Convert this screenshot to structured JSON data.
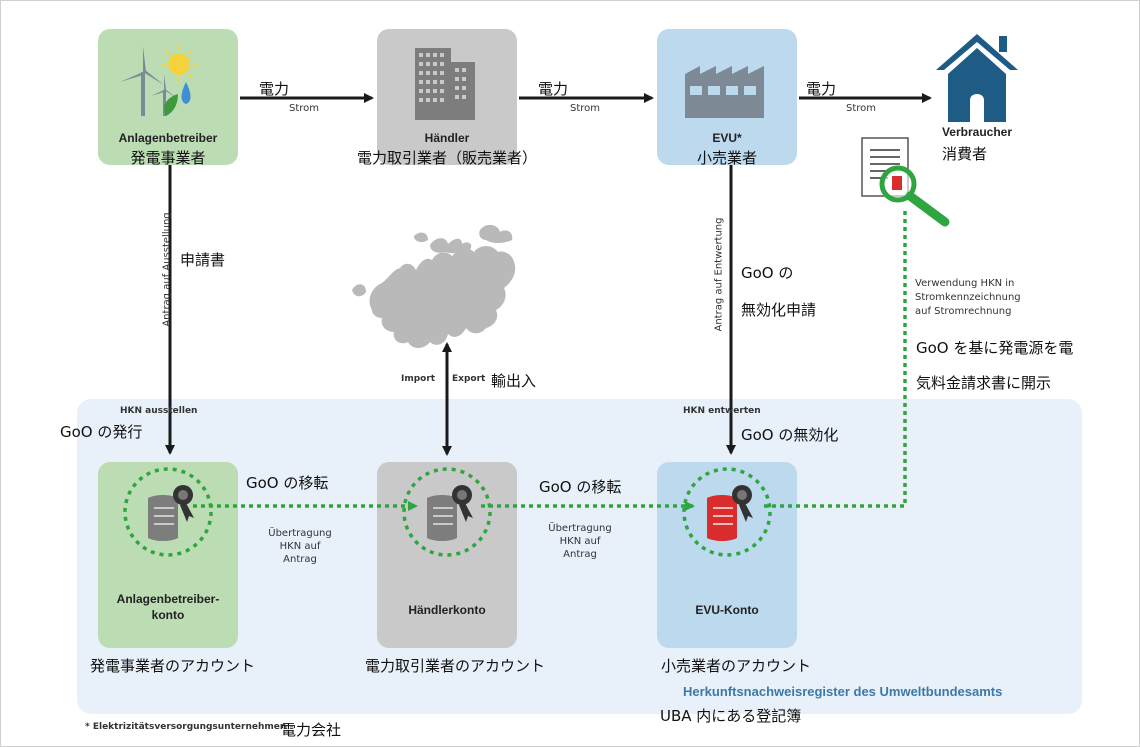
{
  "nodes": {
    "producer": {
      "de": "Anlagenbetreiber",
      "ja": "発電事業者"
    },
    "trader": {
      "de": "Händler",
      "ja": "電力取引業者（販売業者）"
    },
    "supplier": {
      "de": "EVU*",
      "ja": "小売業者"
    },
    "consumer": {
      "de": "Verbraucher",
      "ja": "消費者"
    }
  },
  "flows": {
    "power_ja": "電力",
    "power_de": "Strom"
  },
  "requests": {
    "issue_de": "Antrag auf Ausstellung",
    "issue_ja": "申請書",
    "cancel_de": "Antrag auf Entwertung",
    "cancel_ja_line1": "GoO の",
    "cancel_ja_line2": "無効化申請"
  },
  "usage": {
    "de_line1": "Verwendung HKN in",
    "de_line2": "Stromkennzeichnung",
    "de_line3": "auf Stromrechnung",
    "ja_line1": "GoO を基に発電源を電",
    "ja_line2": "気料金請求書に開示"
  },
  "import_export": {
    "import": "Import",
    "export": "Export",
    "ja": "輸出入"
  },
  "issuance": {
    "de": "HKN ausstellen",
    "ja": "GoO の発行"
  },
  "cancellation": {
    "de": "HKN entwerten",
    "ja": "GoO の無効化"
  },
  "transfer": {
    "ja": "GoO の移転",
    "de_line1": "Übertragung",
    "de_line2": "HKN auf",
    "de_line3": "Antrag"
  },
  "accounts": {
    "producer": {
      "de_line1": "Anlagenbetreiber-",
      "de_line2": "konto",
      "ja": "発電事業者のアカウント"
    },
    "trader": {
      "de": "Händlerkonto",
      "ja": "電力取引業者のアカウント"
    },
    "supplier": {
      "de": "EVU-Konto",
      "ja": "小売業者のアカウント"
    }
  },
  "registry": {
    "de": "Herkunftsnachweisregister des Umweltbundesamts",
    "ja": "UBA 内にある登記簿"
  },
  "footnote": {
    "de": "* Elektrizitätsversorgungsunternehmen",
    "ja": "電力会社"
  },
  "colors": {
    "green_box": "#bcdcb4",
    "grey_box": "#c9c9c9",
    "blue_box": "#bcd9ee",
    "registry_bg": "#e8f1f9",
    "dotted_green": "#2fa540",
    "house_blue": "#1e5b85",
    "certificate_red": "#d92c2c"
  }
}
